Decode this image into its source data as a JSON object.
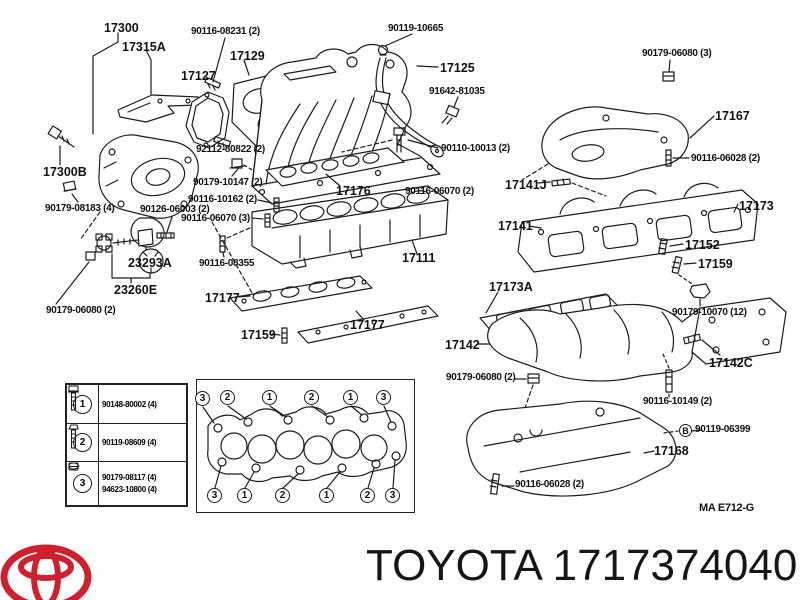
{
  "page": {
    "background": "#ffffff",
    "line_color": "#1c1c1c"
  },
  "footer": {
    "logo_color": "#cf2030",
    "code_text": "TOYOTA 1717374040"
  },
  "diagram_ref": "MA E712-G",
  "parts": [
    {
      "text": "17300"
    },
    {
      "text": "17315A"
    },
    {
      "text": "17300B"
    },
    {
      "text": "90179-08183 (4)"
    },
    {
      "text": "90126-06003 (2)"
    },
    {
      "text": "23293A"
    },
    {
      "text": "23260E"
    },
    {
      "text": "90179-06080 (2)"
    },
    {
      "text": "90116-08231 (2)"
    },
    {
      "text": "17129"
    },
    {
      "text": "17127"
    },
    {
      "text": "92112-80822 (2)"
    },
    {
      "text": "90179-10147 (2)"
    },
    {
      "text": "90116-10162 (2)"
    },
    {
      "text": "90116-06070 (3)"
    },
    {
      "text": "90116-08355"
    },
    {
      "text": "17177"
    },
    {
      "text": "17159"
    },
    {
      "text": "17177"
    },
    {
      "text": "17176"
    },
    {
      "text": "17111"
    },
    {
      "text": "90119-10665"
    },
    {
      "text": "17125"
    },
    {
      "text": "91642-81035"
    },
    {
      "text": "90110-10013 (2)"
    },
    {
      "text": "90116-06070 (2)"
    },
    {
      "text": "90179-06080 (3)"
    },
    {
      "text": "17167"
    },
    {
      "text": "90116-06028 (2)"
    },
    {
      "text": "17141J"
    },
    {
      "text": "17173"
    },
    {
      "text": "17141"
    },
    {
      "text": "17152"
    },
    {
      "text": "17159"
    },
    {
      "text": "17173A"
    },
    {
      "text": "90179-10070 (12)"
    },
    {
      "text": "17142"
    },
    {
      "text": "17142C"
    },
    {
      "text": "90179-06080 (2)"
    },
    {
      "text": "90116-10149 (2)"
    },
    {
      "text": "90119-06399"
    },
    {
      "text": "17168"
    },
    {
      "text": "90116-06028 (2)"
    }
  ],
  "markers": {
    "b": "B"
  },
  "legend": {
    "rows": [
      {
        "num": "1",
        "parts": [
          "90148-80002 (4)"
        ]
      },
      {
        "num": "2",
        "parts": [
          "90119-08609 (4)"
        ]
      },
      {
        "num": "3",
        "parts": [
          "90179-08117 (4)",
          "94623-10800 (4)"
        ]
      }
    ]
  },
  "callouts": {
    "top": [
      "3",
      "2",
      "1",
      "2",
      "1",
      "3"
    ],
    "bottom": [
      "3",
      "1",
      "2",
      "1",
      "2",
      "3"
    ]
  }
}
